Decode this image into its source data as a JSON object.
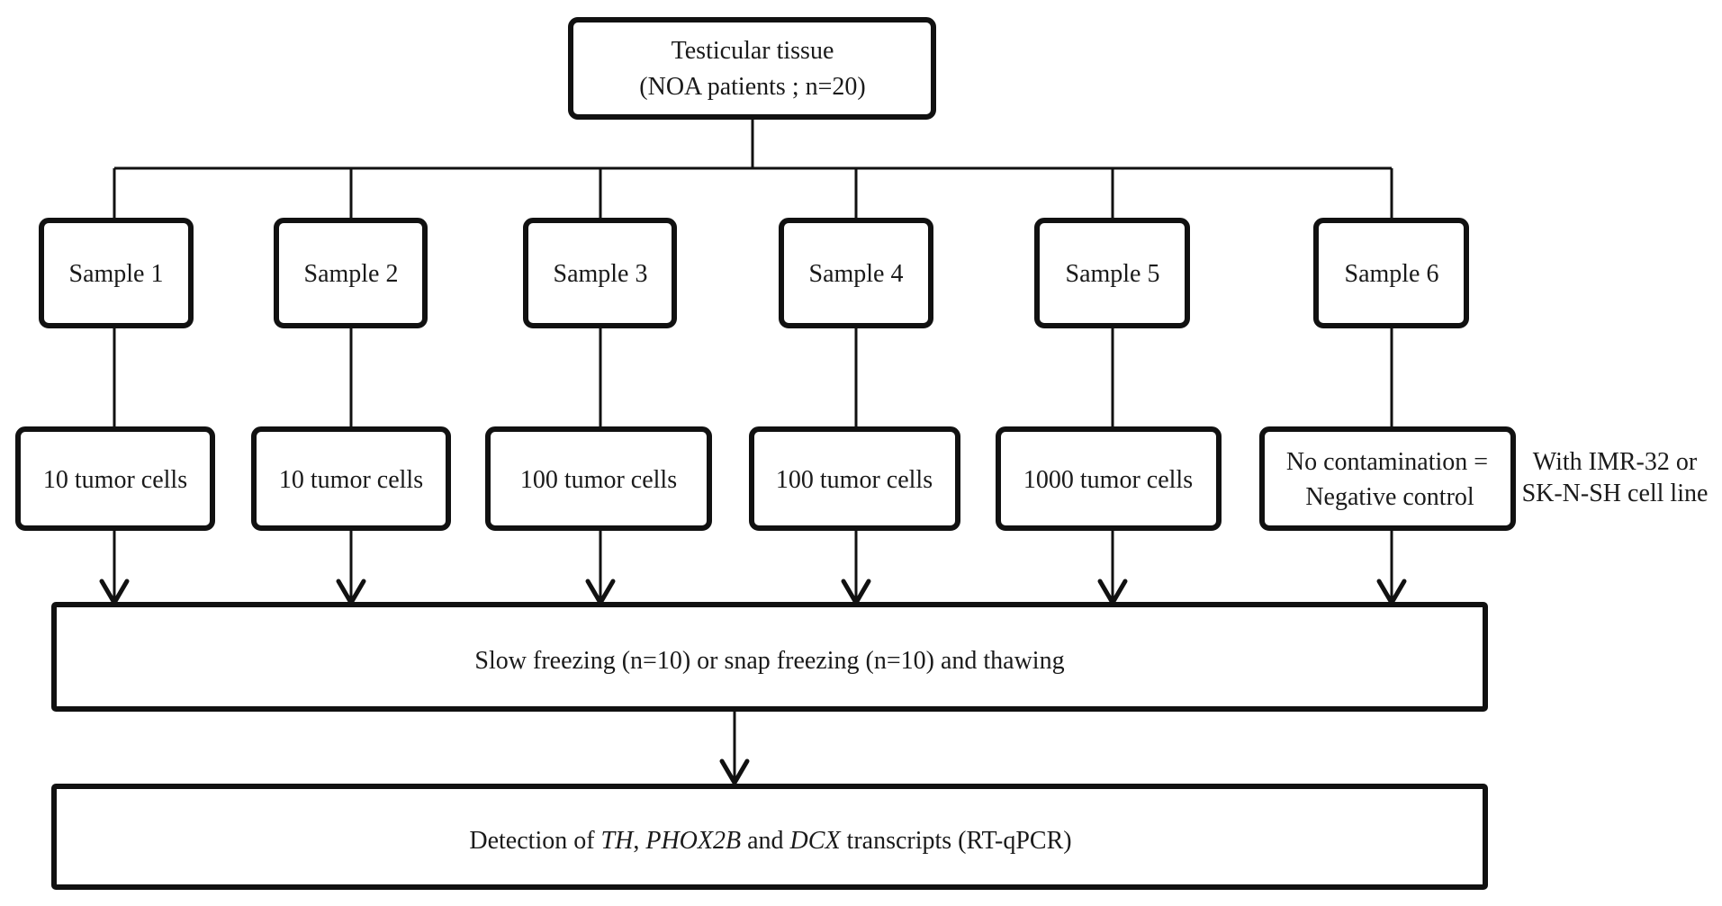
{
  "root": {
    "line1": "Testicular tissue",
    "line2": "(NOA patients ; n=20)"
  },
  "samples": [
    {
      "label": "Sample 1",
      "cells": "10 tumor cells"
    },
    {
      "label": "Sample 2",
      "cells": "10 tumor cells"
    },
    {
      "label": "Sample 3",
      "cells": "100 tumor cells"
    },
    {
      "label": "Sample 4",
      "cells": "100 tumor cells"
    },
    {
      "label": "Sample 5",
      "cells": "1000 tumor cells"
    },
    {
      "label": "Sample 6",
      "cells_line1": "No contamination =",
      "cells_line2": "Negative control"
    }
  ],
  "side_note": {
    "line1": "With IMR-32 or",
    "line2": "SK-N-SH cell line"
  },
  "freezing": "Slow freezing (n=10) or snap freezing (n=10) and thawing",
  "detection": {
    "prefix": "Detection of ",
    "gene1": "TH",
    "sep1": ", ",
    "gene2": "PHOX2B",
    "sep2": " and ",
    "gene3": "DCX",
    "suffix": " transcripts (RT-qPCR)"
  }
}
